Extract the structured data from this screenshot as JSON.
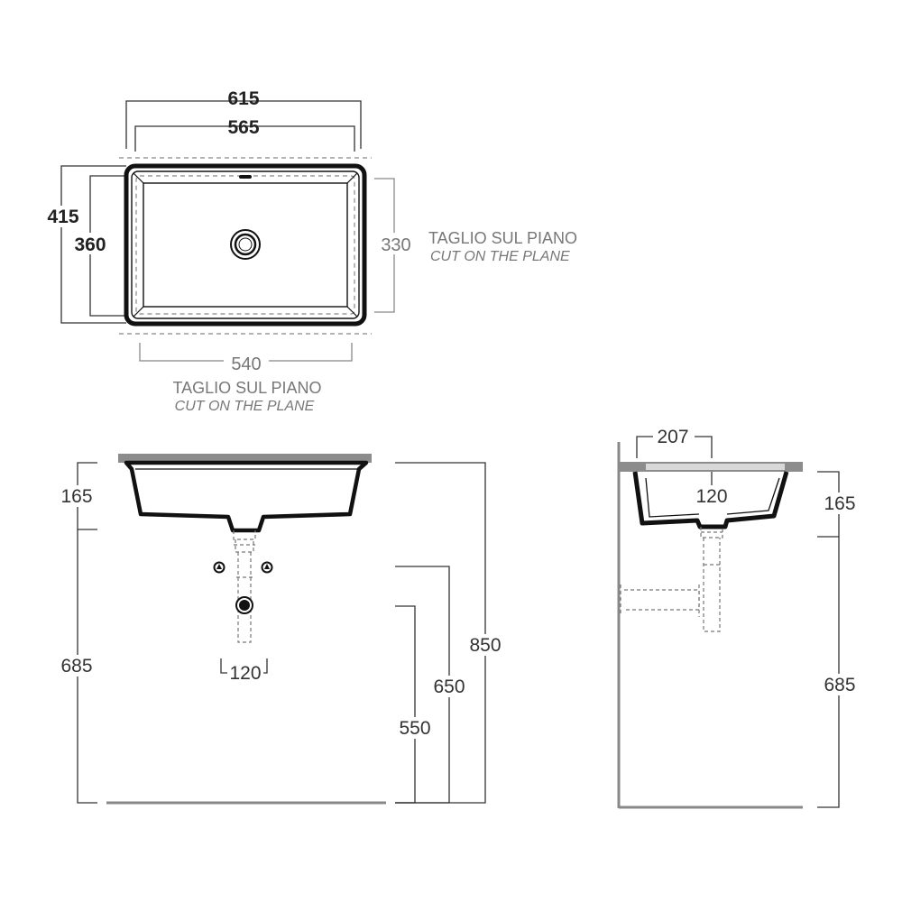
{
  "plan_view": {
    "dim_overall_width": "615",
    "dim_inner_width": "565",
    "dim_overall_depth": "415",
    "dim_inner_depth": "360",
    "dim_cut_depth": "330",
    "dim_cut_width": "540",
    "cut_note_right_it": "TAGLIO SUL PIANO",
    "cut_note_right_en": "CUT ON THE PLANE",
    "cut_note_bottom_it": "TAGLIO SUL PIANO",
    "cut_note_bottom_en": "CUT ON THE PLANE"
  },
  "front_view": {
    "dim_bowl_height": "165",
    "dim_floor_to_bowl": "685",
    "dim_waste_spacing": "120",
    "dim_height_850": "850",
    "dim_height_650": "650",
    "dim_height_550": "550"
  },
  "side_view": {
    "dim_depth_207": "207",
    "dim_waste_120": "120",
    "dim_bowl_height": "165",
    "dim_floor_to_bowl": "685"
  }
}
